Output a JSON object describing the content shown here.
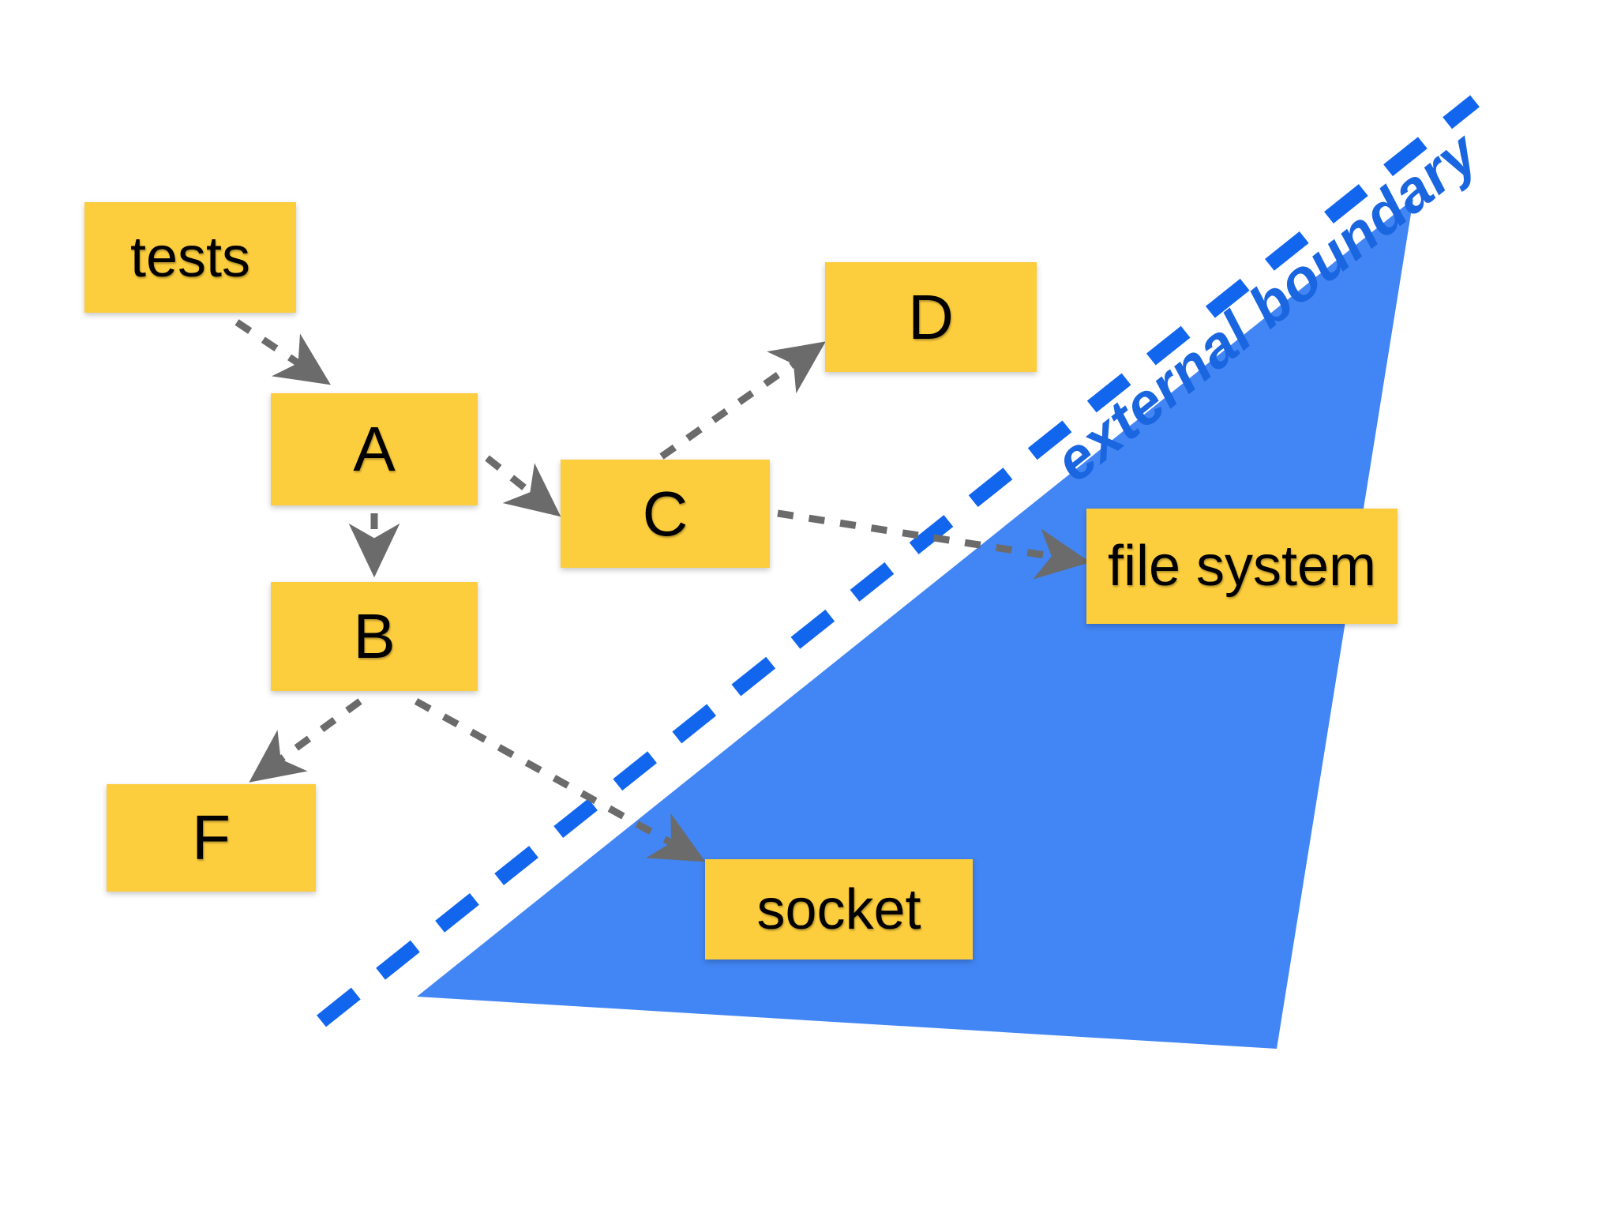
{
  "diagram": {
    "title": "external boundary",
    "background_color": "#ffffff",
    "node_fill": "#fccd3c",
    "node_text_color": "#000000",
    "arrow_color": "#6b6b6b",
    "boundary_fill": "#4285f4",
    "boundary_line_color": "#1266ee",
    "boundary_text_color": "#1a66e0"
  },
  "nodes": [
    {
      "id": "tests",
      "label": "tests"
    },
    {
      "id": "a",
      "label": "A"
    },
    {
      "id": "b",
      "label": "B"
    },
    {
      "id": "c",
      "label": "C"
    },
    {
      "id": "d",
      "label": "D"
    },
    {
      "id": "f",
      "label": "F"
    },
    {
      "id": "file-system",
      "label": "file system"
    },
    {
      "id": "socket",
      "label": "socket"
    }
  ],
  "edges": [
    {
      "from": "tests",
      "to": "a",
      "style": "dashed-arrow"
    },
    {
      "from": "a",
      "to": "c",
      "style": "dashed-arrow"
    },
    {
      "from": "a",
      "to": "b",
      "style": "dashed-arrow"
    },
    {
      "from": "c",
      "to": "d",
      "style": "dashed-arrow"
    },
    {
      "from": "c",
      "to": "file-system",
      "style": "dashed-arrow"
    },
    {
      "from": "b",
      "to": "f",
      "style": "dashed-arrow"
    },
    {
      "from": "b",
      "to": "socket",
      "style": "dashed-arrow"
    }
  ],
  "boundary": {
    "label": "external boundary",
    "line_style": "thick-dashed",
    "region_shape": "triangle",
    "nodes_outside": [
      "file system",
      "socket"
    ]
  }
}
